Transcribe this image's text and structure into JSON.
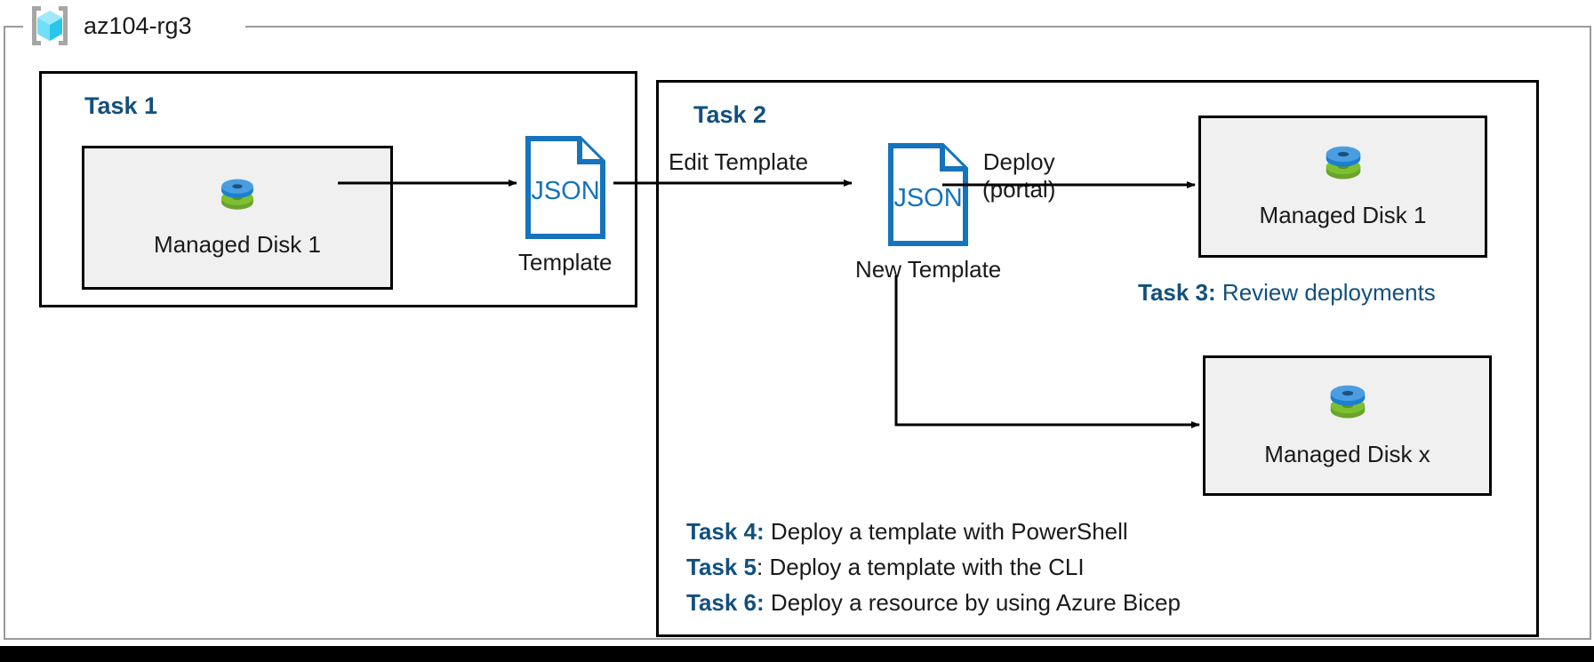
{
  "resource_group": {
    "icon": "azure-resource-group-icon",
    "name": "az104-rg3"
  },
  "colors": {
    "accent_blue": "#12507e",
    "json_blue": "#1673bd",
    "box_fill": "#f0f0f0",
    "frame_gray": "#9a9a9a",
    "disk_blue": "#3d8fd8",
    "disk_green": "#79bf2d"
  },
  "task1": {
    "title": "Task 1",
    "resource": {
      "icon": "managed-disk-icon",
      "label": "Managed Disk 1"
    },
    "template": {
      "icon": "json-file-icon",
      "glyph": "JSON",
      "caption": "Template"
    }
  },
  "task2": {
    "title": "Task 2",
    "edge_in_label": "Edit Template",
    "template": {
      "icon": "json-file-icon",
      "glyph": "JSON",
      "caption": "New Template"
    },
    "edge_out_label_line1": "Deploy",
    "edge_out_label_line2": "(portal)",
    "target_top": {
      "icon": "managed-disk-icon",
      "label": "Managed Disk 1"
    },
    "target_bottom": {
      "icon": "managed-disk-icon",
      "label": "Managed Disk x"
    }
  },
  "task3": {
    "lead": "Task 3:",
    "text": " Review deployments"
  },
  "task_list": [
    {
      "lead": "Task 4",
      "sep": ":",
      "sep_style": "blue",
      "text": " Deploy a template with PowerShell"
    },
    {
      "lead": "Task 5",
      "sep": ":",
      "sep_style": "black",
      "text": " Deploy a template with the CLI"
    },
    {
      "lead": "Task 6",
      "sep": ":",
      "sep_style": "blue",
      "text": " Deploy a resource by using Azure Bicep"
    }
  ]
}
